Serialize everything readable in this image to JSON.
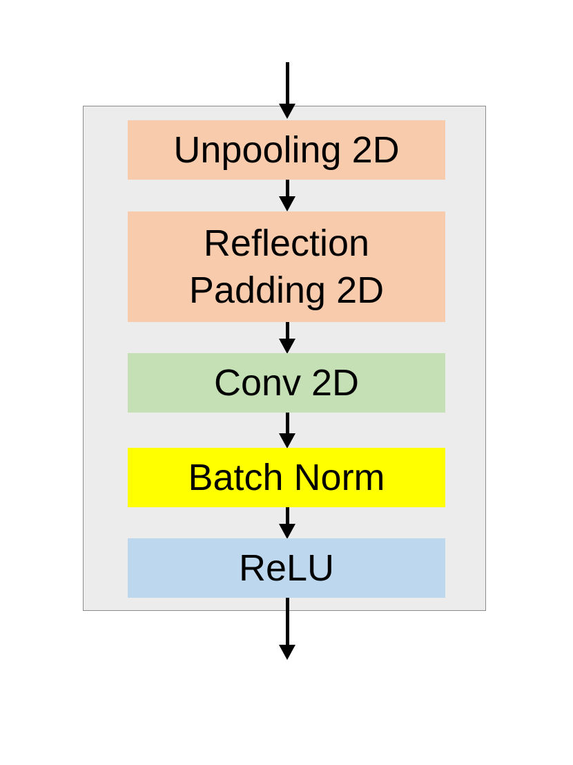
{
  "colors": {
    "container_bg": "#ececec",
    "container_border": "#8c8c8c",
    "arrow": "#000000"
  },
  "blocks": [
    {
      "label": "Unpooling 2D",
      "color": "#f8cbad"
    },
    {
      "label": "Reflection\nPadding 2D",
      "color": "#f8cbad"
    },
    {
      "label": "Conv 2D",
      "color": "#c5e0b4"
    },
    {
      "label": "Batch Norm",
      "color": "#ffff00"
    },
    {
      "label": "ReLU",
      "color": "#bdd7ee"
    }
  ]
}
